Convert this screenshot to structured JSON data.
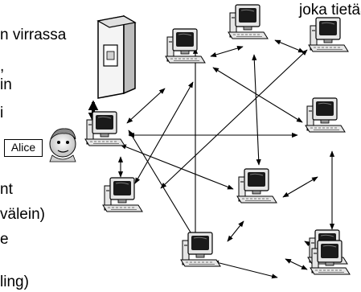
{
  "text_lines": [
    "joka tietää",
    "n virrassa",
    ",",
    "in",
    "i",
    "nt",
    " välein)",
    "e",
    "ling)"
  ],
  "alice": {
    "label": "Alice"
  },
  "diagram": {
    "nodes": [
      {
        "id": "server",
        "kind": "server"
      },
      {
        "id": "alice",
        "kind": "peer"
      },
      {
        "id": "p1",
        "kind": "peer"
      },
      {
        "id": "p2",
        "kind": "peer"
      },
      {
        "id": "p3",
        "kind": "peer"
      },
      {
        "id": "p4",
        "kind": "peer"
      },
      {
        "id": "p5",
        "kind": "peer"
      },
      {
        "id": "p6",
        "kind": "peer"
      },
      {
        "id": "p7",
        "kind": "peer"
      },
      {
        "id": "p8",
        "kind": "peer"
      },
      {
        "id": "p9",
        "kind": "peer"
      }
    ],
    "edges": [
      [
        "server",
        "alice"
      ],
      [
        "alice",
        "p1"
      ],
      [
        "alice",
        "p4"
      ],
      [
        "alice",
        "p6"
      ],
      [
        "alice",
        "p7"
      ],
      [
        "alice",
        "p8"
      ],
      [
        "p1",
        "p2"
      ],
      [
        "p2",
        "p3"
      ],
      [
        "p1",
        "p4"
      ],
      [
        "p1",
        "p8"
      ],
      [
        "p2",
        "p6"
      ],
      [
        "p4",
        "p5"
      ],
      [
        "p4",
        "p7"
      ],
      [
        "p5",
        "p6"
      ],
      [
        "p5",
        "p9"
      ],
      [
        "p6",
        "p8"
      ],
      [
        "p6",
        "p9"
      ],
      [
        "p7",
        "p8"
      ],
      [
        "p8",
        "p9"
      ]
    ]
  },
  "colors": {
    "stroke": "#000000",
    "screen": "#1a1a1a",
    "body": "#e6e6e6",
    "background": "#ffffff"
  }
}
